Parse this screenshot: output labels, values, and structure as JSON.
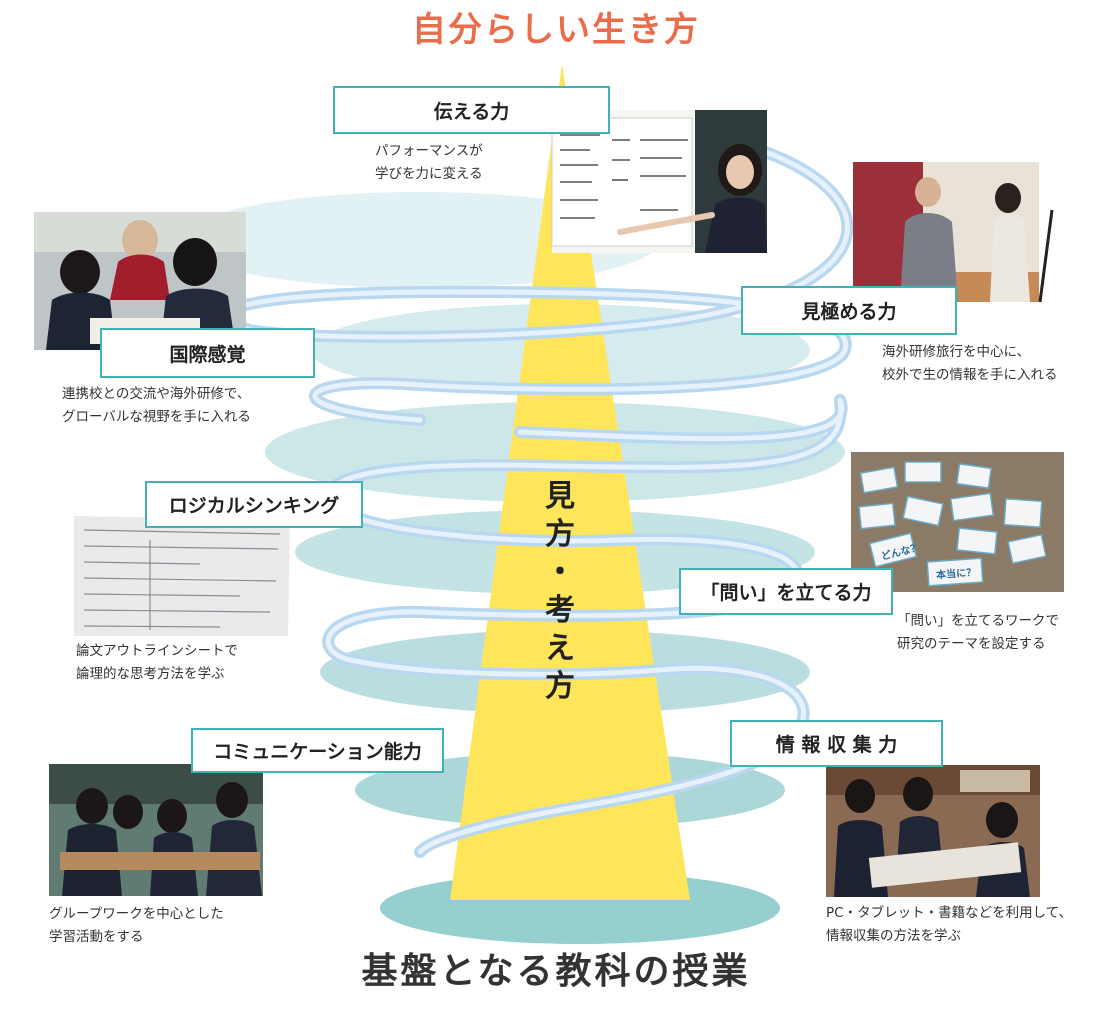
{
  "top_title": "自分らしい生き方",
  "bottom_title": "基盤となる教科の授業",
  "center_label": "見\n方\n・\n考\nえ\n方",
  "colors": {
    "title_accent": "#ea6c4a",
    "cone": "#ffe55a",
    "disc_light": "#d8ecef",
    "disc_mid": "#b8dfe1",
    "disc_dark": "#8fcfd0",
    "coil": "#cbe2f4",
    "box_border": "#3fb3b7"
  },
  "skills": [
    {
      "id": "tsutaeru",
      "label": "伝える力",
      "description": "パフォーマンスが\n学びを力に変える"
    },
    {
      "id": "mikiwameru",
      "label": "見極める力",
      "description": "海外研修旅行を中心に、\n校外で生の情報を手に入れる"
    },
    {
      "id": "kokusai",
      "label": "国際感覚",
      "description": "連携校との交流や海外研修で、\nグローバルな視野を手に入れる"
    },
    {
      "id": "logical",
      "label": "ロジカルシンキング",
      "description": "論文アウトラインシートで\n論理的な思考方法を学ぶ"
    },
    {
      "id": "toi",
      "label": "「問い」を立てる力",
      "description": "「問い」を立てるワークで\n研究のテーマを設定する"
    },
    {
      "id": "communication",
      "label": "コミュニケーション能力",
      "description": "グループワークを中心とした\n学習活動をする"
    },
    {
      "id": "joho",
      "label": "情 報 収 集 力",
      "description": "PC・タブレット・書籍などを利用して、\n情報収集の方法を学ぶ"
    }
  ],
  "photo_card_texts": [
    "どんな？",
    "本当に？"
  ]
}
